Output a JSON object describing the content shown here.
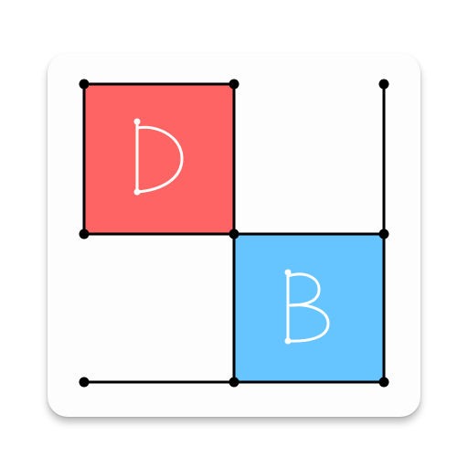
{
  "app_icon": {
    "name": "Dots and Boxes",
    "player_colors": {
      "player_one": "#ff6464",
      "player_two": "#66c4ff"
    },
    "boxes": [
      {
        "owner": "player_one",
        "initial": "D"
      },
      {
        "owner": "player_two",
        "initial": "B"
      }
    ],
    "line_color": "#000000",
    "dot_color": "#000000"
  }
}
